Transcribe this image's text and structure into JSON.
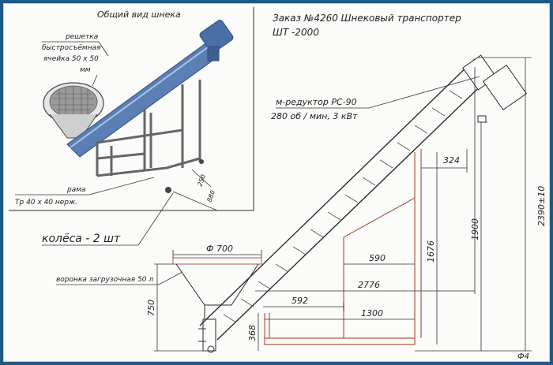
{
  "title": {
    "order": "Заказ №4260 Шнековый транспортер",
    "model": "ШТ -2000"
  },
  "inset": {
    "caption": "Общий вид шнека",
    "grate_label_1": "решетка",
    "grate_label_2": "быстросъёмная",
    "grate_label_3": "ячейка 50 х 50",
    "grate_label_4": "мм",
    "frame_label_1": "рама",
    "frame_label_2": "Тр 40 х 40 нерж.",
    "dim_250": "250",
    "dim_880": "880"
  },
  "labels": {
    "wheels": "колёса - 2 шт",
    "hopper": "воронка загрузочная 50 л",
    "gearbox_1": "м-редуктор РС-90",
    "gearbox_2": "280 об / мин, 3 кВт",
    "corner": "Ф4"
  },
  "dimensions": {
    "phi700": "Ф 700",
    "d750": "750",
    "d368": "368",
    "d592": "592",
    "d1300": "1300",
    "d2776": "2776",
    "d590": "590",
    "d1676": "1676",
    "d1900": "1900",
    "d324": "324",
    "d2390": "2390±10"
  },
  "colors": {
    "background": "#1c5a87",
    "sheet": "#fbfbf9",
    "line": "#2b2b2b",
    "frame_red": "#b05a48",
    "pipe_blue": "#5a7fb5"
  }
}
